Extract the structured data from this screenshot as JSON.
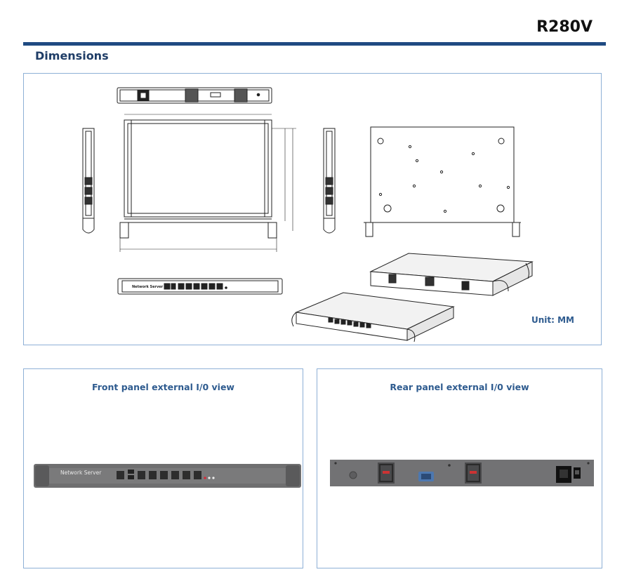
{
  "header": {
    "model": "R280V"
  },
  "dimensions": {
    "title": "Dimensions",
    "unit_label": "Unit:  MM",
    "front_drawing_label": "Network Server"
  },
  "front_panel": {
    "title": "Front panel external I/0 view",
    "device_label": "Network Server",
    "lan_port_count": 6
  },
  "rear_panel": {
    "title": "Rear panel external I/0 view"
  }
}
